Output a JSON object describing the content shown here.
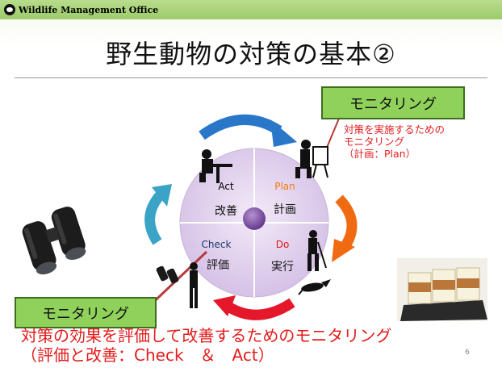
{
  "header": {
    "organization": "Wildlife Management Office",
    "title": "野生動物の対策の基本②"
  },
  "monitoring_top": {
    "label": "モニタリング",
    "note_lines": [
      "対策を実施するための",
      "モニタリング",
      "（計画：Plan）"
    ]
  },
  "monitoring_bottom": {
    "label": "モニタリング",
    "note_lines": [
      "対策の効果を評価して改善するためのモニタリング",
      "（評価と改善：Check　＆　Act）"
    ]
  },
  "cycle": {
    "act": {
      "en": "Act",
      "jp": "改善",
      "color": "#1f3a6b"
    },
    "plan": {
      "en": "Plan",
      "jp": "計画",
      "color": "#f07a10"
    },
    "check": {
      "en": "Check",
      "jp": "評価",
      "color": "#1f3a6b"
    },
    "do": {
      "en": "Do",
      "jp": "実行",
      "color": "#e01818"
    }
  },
  "colors": {
    "header_green": "#9dcc6a",
    "box_green": "#8fd15a",
    "circle_fill": "#e3d3ef",
    "arrow_blue": "#2a77c9",
    "arrow_orange": "#f06a12",
    "arrow_red": "#e5172b",
    "arrow_teal": "#3aa3c6",
    "pointer_red": "#b83a3a"
  },
  "page_number": "6"
}
